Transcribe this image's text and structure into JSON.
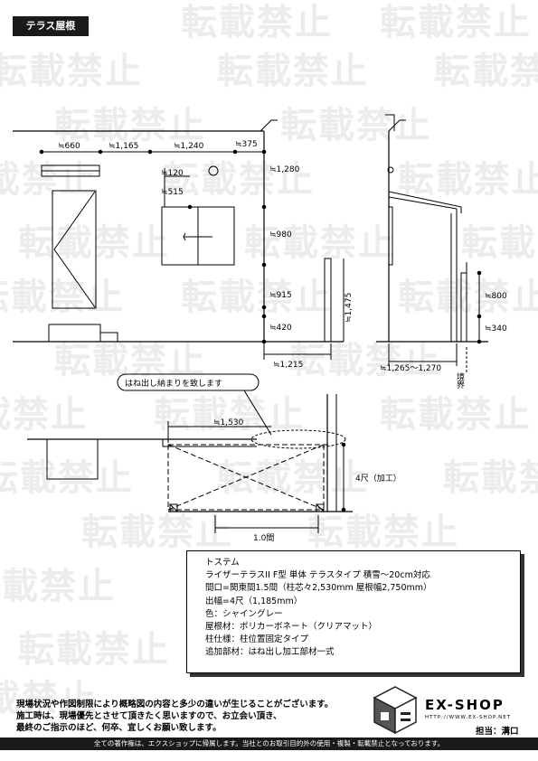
{
  "title": "テラス屋根",
  "watermark": "転載禁止",
  "dims": {
    "d660": "≒660",
    "d1165": "≒1,165",
    "d1240": "≒1,240",
    "d375": "≒375",
    "d1280": "≒1,280",
    "d120": "≒120",
    "d515": "≒515",
    "d980": "≒980",
    "d915": "≒915",
    "d420": "≒420",
    "d1475": "≒1,475",
    "d1215": "≒1,215",
    "d800": "≒800",
    "d340": "≒340",
    "d1265": "≒1,265～1,270",
    "kyokai": "境界",
    "d1530": "≒1,530",
    "shaku": "4尺（加工）",
    "ken": "1.0間"
  },
  "callout": "はね出し納まりを致します",
  "spec": {
    "maker": "トステム",
    "product": "ライザーテラスII F型 単体 テラスタイプ 積雪～20cm対応",
    "width": "間口=関東間1.5間（柱芯々2,530mm 屋根幅2,750mm）",
    "depth": "出幅=4尺（1,185mm）",
    "color": "色：シャイングレー",
    "roof": "屋根材：ポリカーボネート（クリアマット）",
    "post": "柱仕様：柱位置固定タイプ",
    "extra": "追加部材：はね出し加工部材一式"
  },
  "notice": {
    "line1": "現場状況や作図制限により概略図の内容と多少の違いが生じることがございます。",
    "line2": "施工時は、現場優先とさせて頂きたく思いますので、お立会い頂き、",
    "line3": "最終のご指示のほど、何卒、宜しくお願い致します。"
  },
  "brand": {
    "name": "EX-SHOP",
    "url": "HTTP://WWW.EX-SHOP.NET",
    "person": "担当：溝口"
  },
  "footer": "全ての著作権は、エクスショップに帰属します。当社とのお取引目的外の使用・複製・転載禁止となっております。"
}
